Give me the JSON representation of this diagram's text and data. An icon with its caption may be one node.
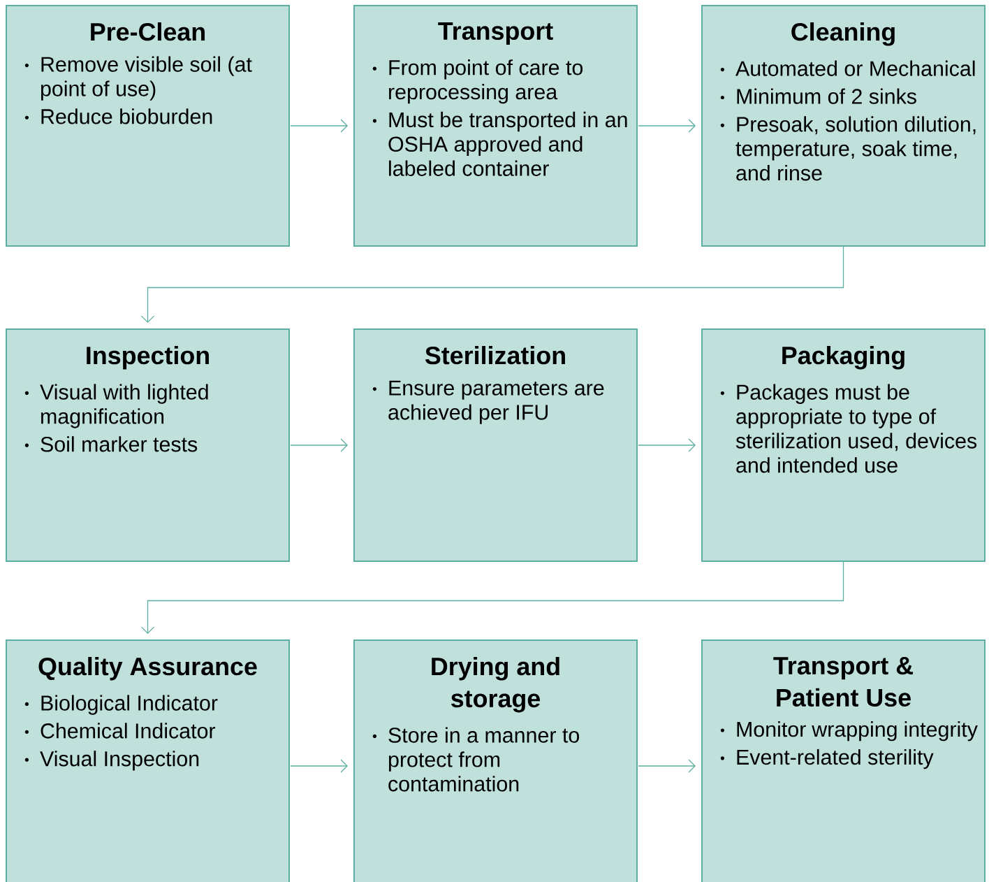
{
  "diagram": {
    "nodes": [
      {
        "text": [
          "Pre-Clean",
          "Remove visible soil (at point of use)",
          "Reduce bioburden"
        ]
      },
      {
        "text": [
          "Transport",
          "From point of care to reprocessing area",
          "Must be transported in an OSHA approved and labeled container"
        ]
      },
      {
        "text": [
          "Cleaning",
          "Automated or Mechanical",
          "Minimum of 2 sinks",
          "Presoak, solution dilution, temperature, soak time, and rinse"
        ]
      },
      {
        "text": [
          "Inspection",
          "Visual with lighted magnification",
          "Soil marker tests"
        ]
      },
      {
        "text": [
          "Sterilization",
          "Ensure parameters are achieved per IFU"
        ]
      },
      {
        "text": [
          "Packaging",
          "Packages must be appropriate to type of sterilization used, devices and intended use"
        ]
      },
      {
        "text": [
          "Quality Assurance",
          "Biological Indicator",
          "Chemical Indicator",
          "Visual Inspection"
        ]
      },
      {
        "text": [
          "Drying and storage",
          "Store in a manner to protect from contamination"
        ]
      },
      {
        "text": [
          "Transport & Patient Use",
          "Monitor wrapping integrity",
          "Event-related sterility"
        ]
      }
    ],
    "edges": [
      {
        "from": 0,
        "to": 1,
        "arrow": "to"
      },
      {
        "from": 1,
        "to": 2,
        "arrow": "to"
      },
      {
        "from": 2,
        "to": 3,
        "arrow": "to"
      },
      {
        "from": 3,
        "to": 4,
        "arrow": "to"
      },
      {
        "from": 4,
        "to": 5,
        "arrow": "to"
      },
      {
        "from": 5,
        "to": 6,
        "arrow": "to"
      },
      {
        "from": 6,
        "to": 7,
        "arrow": "to"
      },
      {
        "from": 7,
        "to": 8,
        "arrow": "to"
      }
    ]
  }
}
